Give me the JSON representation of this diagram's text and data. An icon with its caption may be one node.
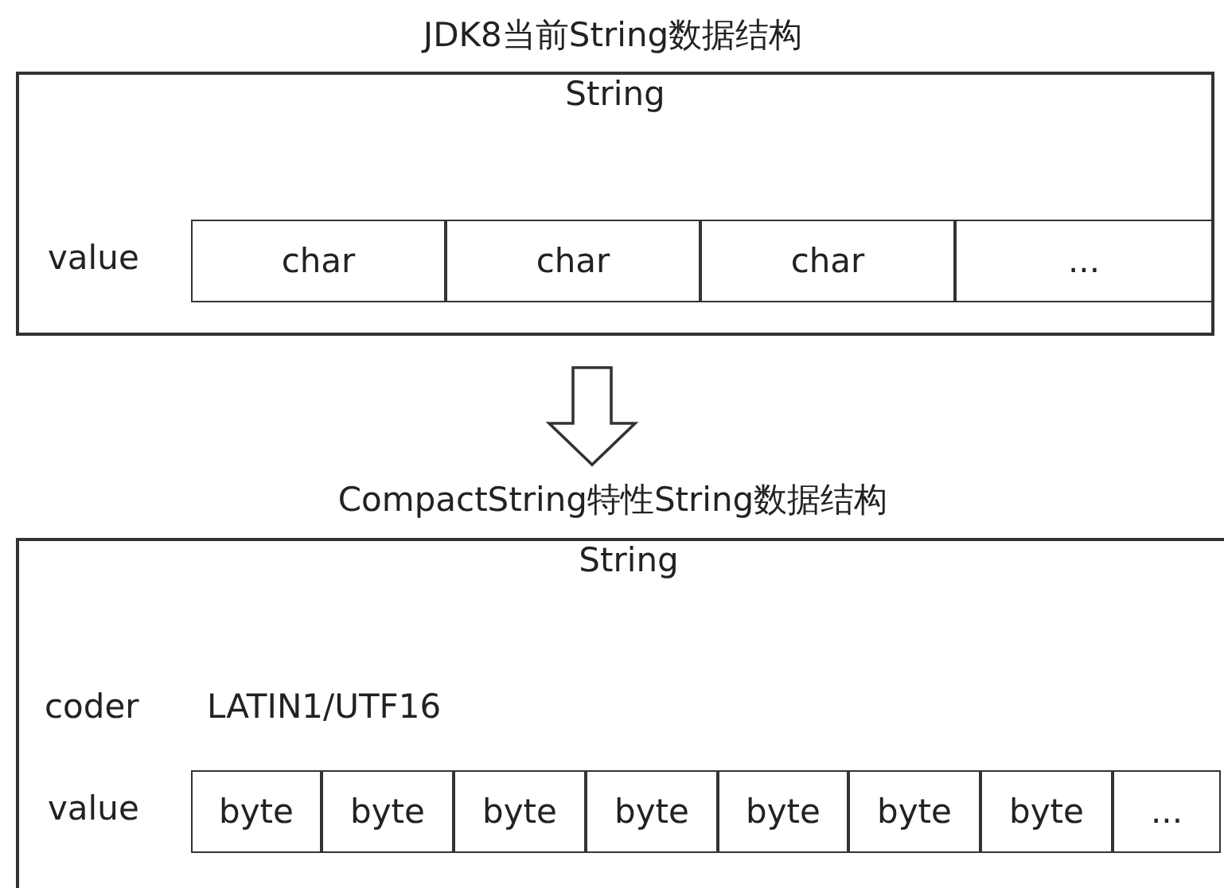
{
  "diagram": {
    "nodes": [
      {
        "text": [
          "String"
        ]
      },
      {
        "text": [
          "char"
        ],
        "in": 0
      },
      {
        "text": [
          "char"
        ],
        "in": 0
      },
      {
        "text": [
          "char"
        ],
        "in": 0
      },
      {
        "text": [
          "..."
        ],
        "in": 0
      },
      {
        "text": [
          "String"
        ]
      },
      {
        "text": [
          "byte"
        ],
        "in": 5
      },
      {
        "text": [
          "byte"
        ],
        "in": 5
      },
      {
        "text": [
          "byte"
        ],
        "in": 5
      },
      {
        "text": [
          "byte"
        ],
        "in": 5
      },
      {
        "text": [
          "byte"
        ],
        "in": 5
      },
      {
        "text": [
          "byte"
        ],
        "in": 5
      },
      {
        "text": [
          "byte"
        ],
        "in": 5
      },
      {
        "text": [
          "..."
        ],
        "in": 5
      }
    ],
    "edges": [
      {
        "from": 0,
        "to": 5,
        "arrow": "to"
      }
    ],
    "labels": [
      "JDK8当前String数据结构",
      "value",
      "CompactString特性String数据结构",
      "coder",
      "LATIN1/UTF16",
      "value"
    ]
  }
}
